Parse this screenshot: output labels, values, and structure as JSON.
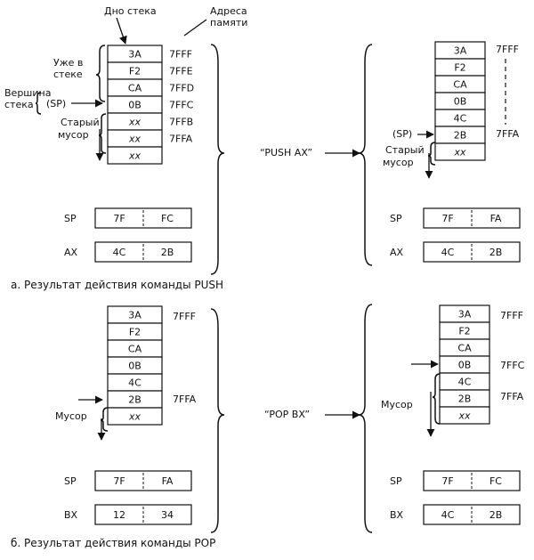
{
  "panel_a": {
    "caption": "a. Результат действия команды PUSH",
    "command_label": "“PUSH AX”",
    "before": {
      "label_stack_bottom": "Дно стека",
      "label_memory_addresses_line1": "Адреса",
      "label_memory_addresses_line2": "памяти",
      "label_already_line1": "Уже в",
      "label_already_line2": "стеке",
      "label_top_line1": "Вершина",
      "label_top_line2": "стека",
      "label_sp_pointer": "(SP)",
      "label_garbage_line1": "Старый",
      "label_garbage_line2": "мусор",
      "cells": [
        "3A",
        "F2",
        "CA",
        "0B",
        "xx",
        "xx",
        "xx"
      ],
      "addresses": [
        "7FFF",
        "7FFE",
        "7FFD",
        "7FFC",
        "7FFB",
        "7FFA"
      ],
      "registers": [
        {
          "name": "SP",
          "high": "7F",
          "low": "FC"
        },
        {
          "name": "AX",
          "high": "4C",
          "low": "2B"
        }
      ]
    },
    "after": {
      "label_sp_pointer": "(SP)",
      "label_garbage_line1": "Старый",
      "label_garbage_line2": "мусор",
      "cells": [
        "3A",
        "F2",
        "CA",
        "0B",
        "4C",
        "2B",
        "xx"
      ],
      "addr_top": "7FFF",
      "addr_bottom": "7FFA",
      "registers": [
        {
          "name": "SP",
          "high": "7F",
          "low": "FA"
        },
        {
          "name": "AX",
          "high": "4C",
          "low": "2B"
        }
      ]
    }
  },
  "panel_b": {
    "caption": "б. Результат действия команды POP",
    "command_label": "“POP BX”",
    "before": {
      "label_garbage": "Мусор",
      "cells": [
        "3A",
        "F2",
        "CA",
        "0B",
        "4C",
        "2B",
        "xx"
      ],
      "addr_top": "7FFF",
      "addr_sp": "7FFA",
      "registers": [
        {
          "name": "SP",
          "high": "7F",
          "low": "FA"
        },
        {
          "name": "BX",
          "high": "12",
          "low": "34"
        }
      ]
    },
    "after": {
      "label_garbage": "Мусор",
      "cells": [
        "3A",
        "F2",
        "CA",
        "0B",
        "4C",
        "2B",
        "xx"
      ],
      "addr_top": "7FFF",
      "addr_sp": "7FFC",
      "addr_garbage": "7FFA",
      "registers": [
        {
          "name": "SP",
          "high": "7F",
          "low": "FC"
        },
        {
          "name": "BX",
          "high": "4C",
          "low": "2B"
        }
      ]
    }
  }
}
